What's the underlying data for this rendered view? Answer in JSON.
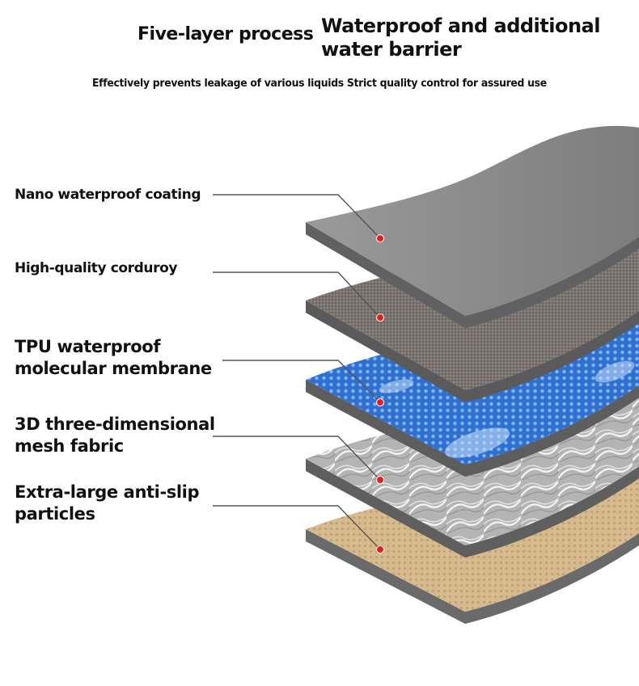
{
  "header": {
    "title_left": "Five-layer process",
    "title_right_line1": "Waterproof and additional",
    "title_right_line2": "water barrier",
    "subtitle": "Effectively prevents leakage of various liquids Strict quality control for assured use"
  },
  "layers": [
    {
      "label_line1": "Nano waterproof coating",
      "label_line2": ""
    },
    {
      "label_line1": "High-quality corduroy",
      "label_line2": ""
    },
    {
      "label_line1": "TPU waterproof",
      "label_line2": "molecular membrane"
    },
    {
      "label_line1": "3D three-dimensional",
      "label_line2": "mesh fabric"
    },
    {
      "label_line1": "Extra-large anti-slip",
      "label_line2": "particles"
    }
  ],
  "colors": {
    "coating": "#8c8c8c",
    "corduroy": "#7b7470",
    "tpu": "#2f6fd2",
    "mesh": "#b9b9b9",
    "particles": "#d3b68a",
    "edge": "#5e5e5e",
    "leader_line": "#555555",
    "marker": "#e11f1f"
  }
}
